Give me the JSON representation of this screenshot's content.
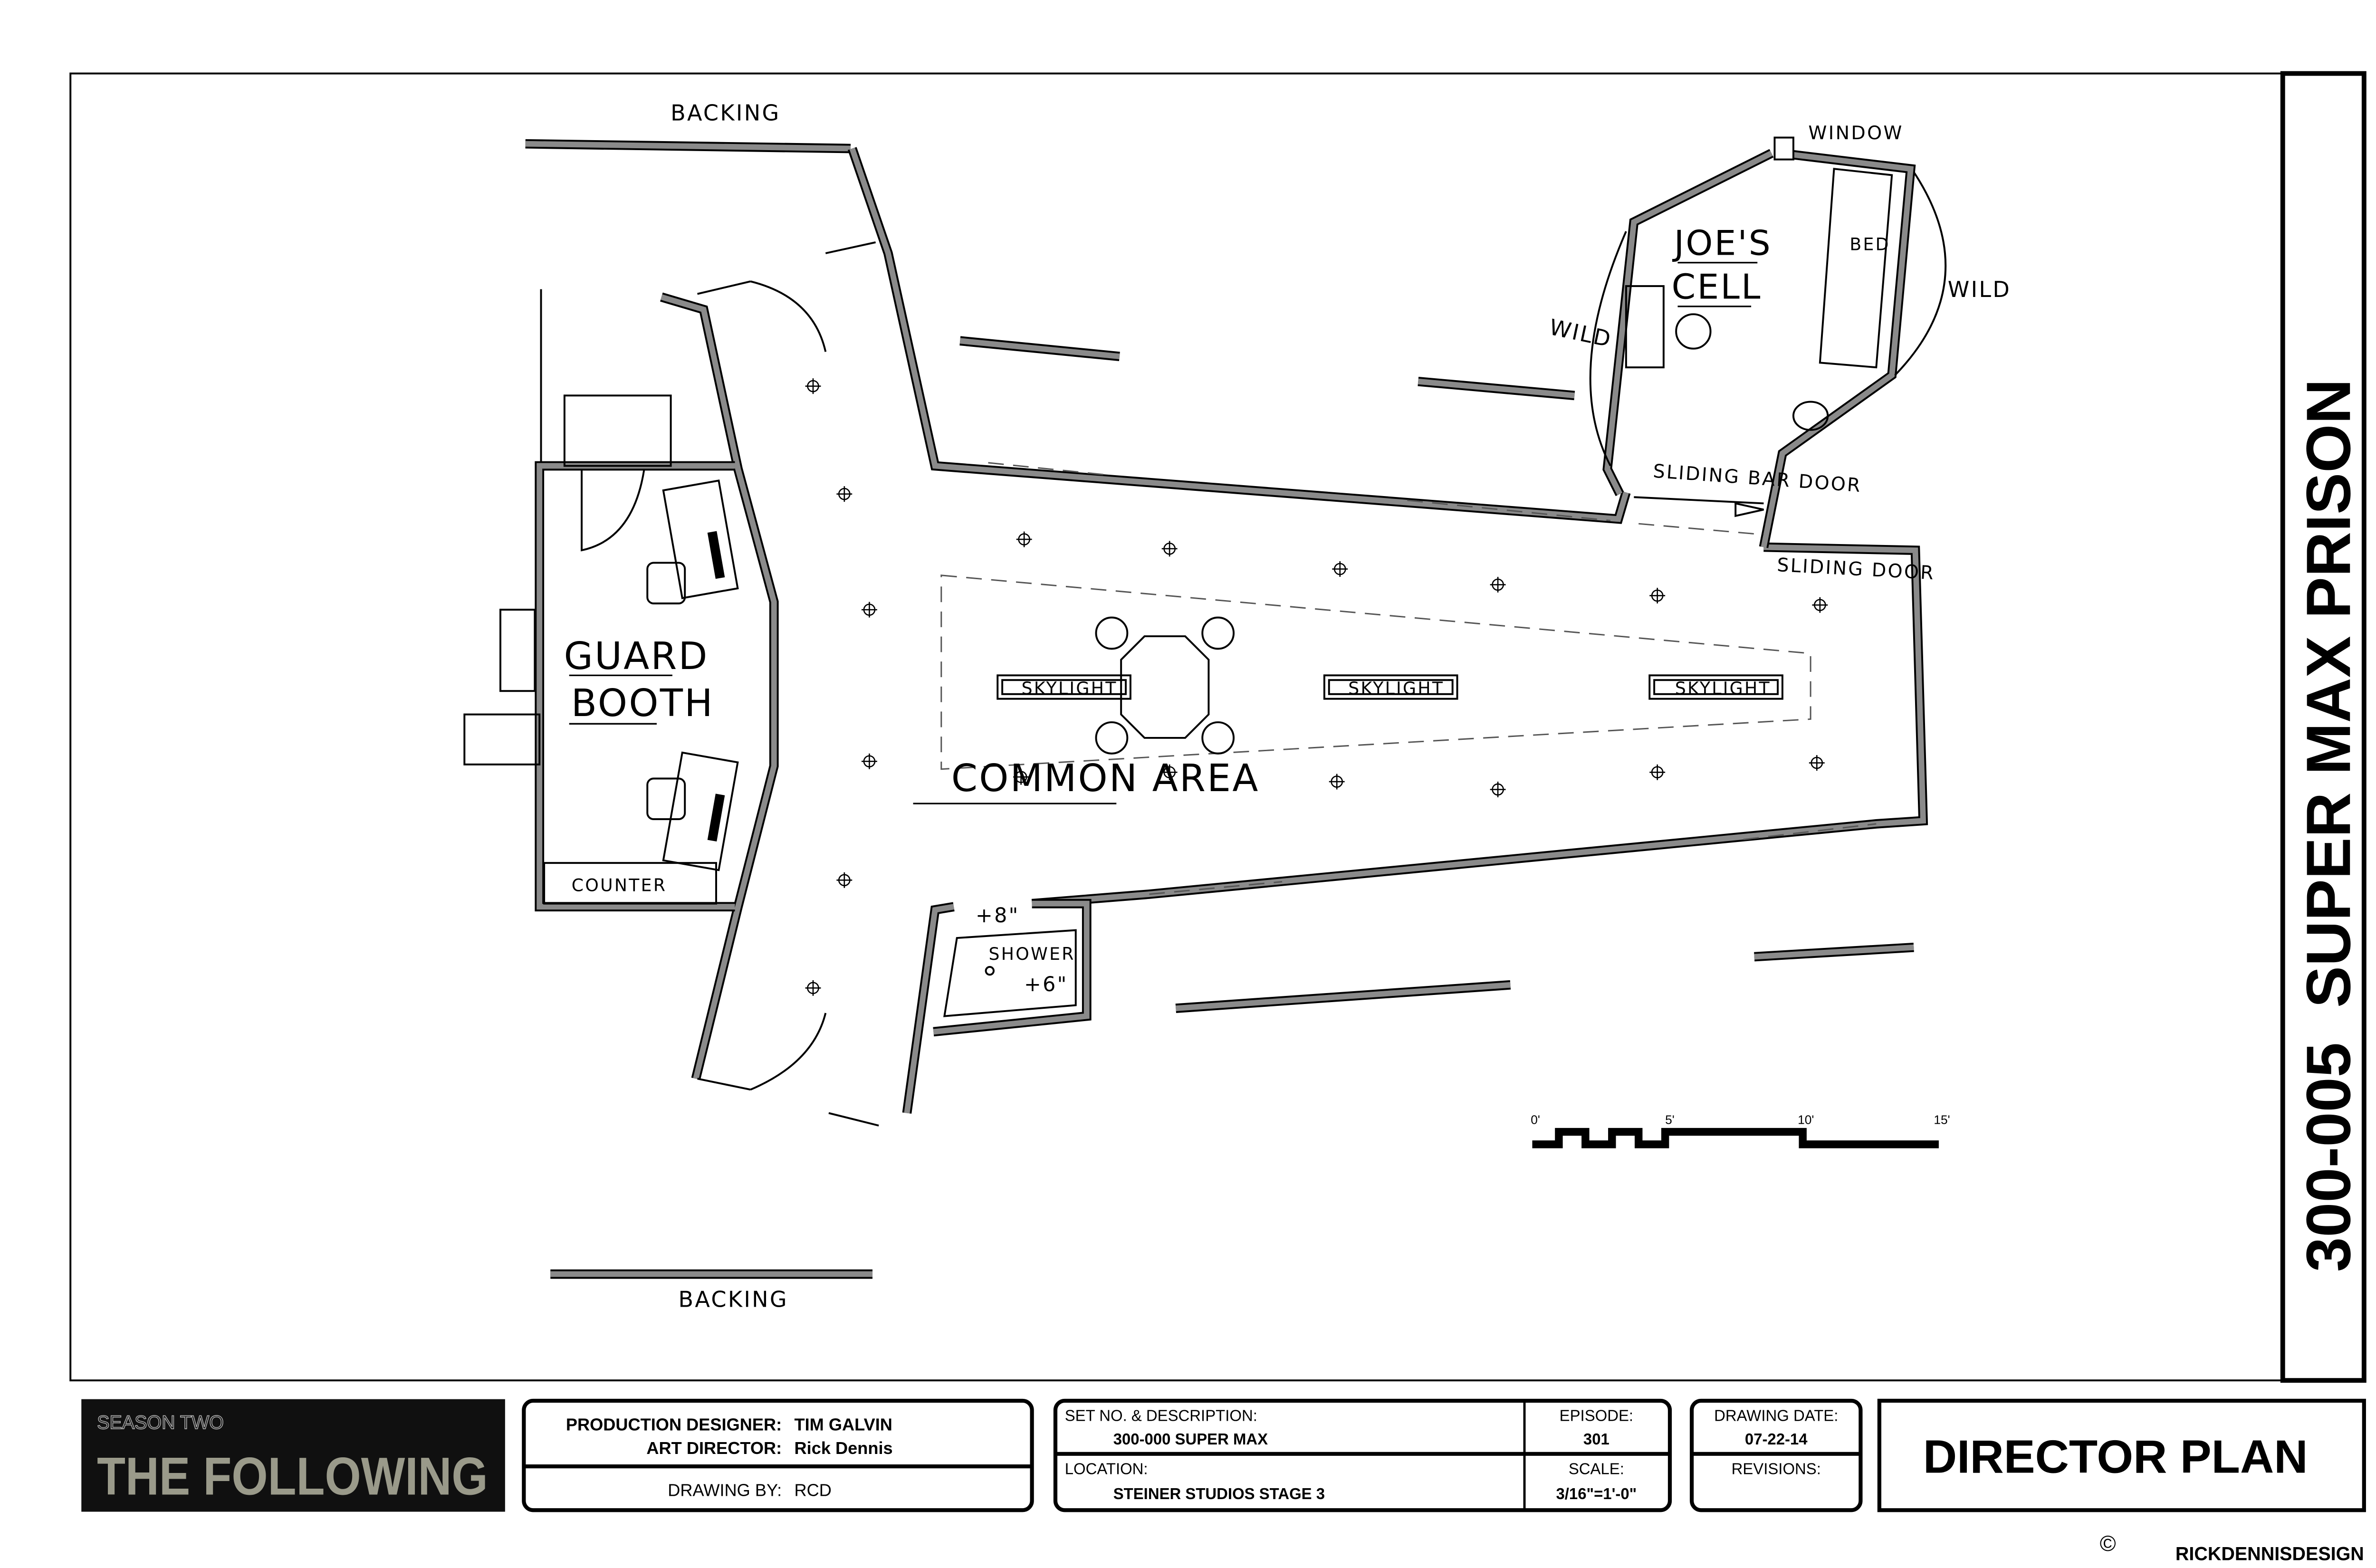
{
  "sheet": {
    "vertical_title": "300-005  SUPER MAX PRISON",
    "sheet_type": "DIRECTOR PLAN",
    "copyright_symbol": "©",
    "copyright": "RICKDENNISDESIGN"
  },
  "logo": {
    "line1": "SEASON TWO",
    "line2": "THE FOLLOWING"
  },
  "credits": {
    "production_designer_label": "PRODUCTION DESIGNER:",
    "production_designer": "TIM GALVIN",
    "art_director_label": "ART DIRECTOR:",
    "art_director": "Rick Dennis",
    "drawing_by_label": "DRAWING BY:",
    "drawing_by": "RCD"
  },
  "set_info": {
    "set_label": "SET NO. & DESCRIPTION:",
    "set_value": "300-000 SUPER MAX",
    "location_label": "LOCATION:",
    "location_value": "STEINER STUDIOS STAGE 3",
    "episode_label": "EPISODE:",
    "episode_value": "301",
    "scale_label": "SCALE:",
    "scale_value": "3/16\"=1'-0\"",
    "date_label": "DRAWING DATE:",
    "date_value": "07-22-14",
    "revisions_label": "REVISIONS:"
  },
  "plan_labels": {
    "backing_top": "BACKING",
    "backing_bottom": "BACKING",
    "window": "WINDOW",
    "joes": "JOE'S",
    "cell": "CELL",
    "bed": "BED",
    "wild_left": "WILD",
    "wild_right": "WILD",
    "sliding_bar_door": "SLIDING BAR DOOR",
    "sliding_door": "SLIDING DOOR",
    "guard": "GUARD",
    "booth": "BOOTH",
    "common_area": "COMMON AREA",
    "skylights": [
      "SKYLIGHT",
      "SKYLIGHT",
      "SKYLIGHT"
    ],
    "counter": "COUNTER",
    "plus8": "+8\"",
    "shower": "SHOWER",
    "plus6": "+6\""
  },
  "scale_bar": {
    "ticks": [
      "0'",
      "5'",
      "10'",
      "15'"
    ]
  }
}
